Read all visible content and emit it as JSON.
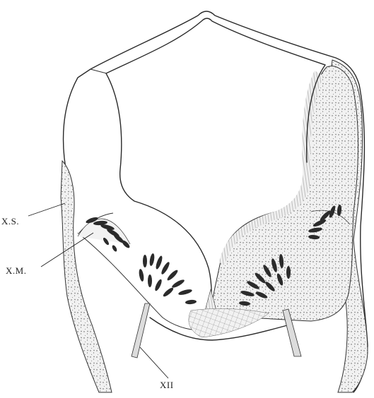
{
  "labels": {
    "xs": "X.S.",
    "xm": "X.M.",
    "xii": "XII"
  }
}
